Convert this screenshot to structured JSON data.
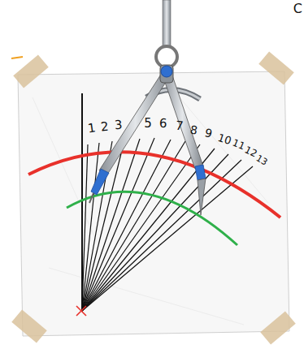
{
  "diagram": {
    "labels": [
      "1",
      "2",
      "3",
      "5",
      "6",
      "7",
      "8",
      "9",
      "10",
      "11",
      "12",
      "13",
      "C"
    ]
  }
}
